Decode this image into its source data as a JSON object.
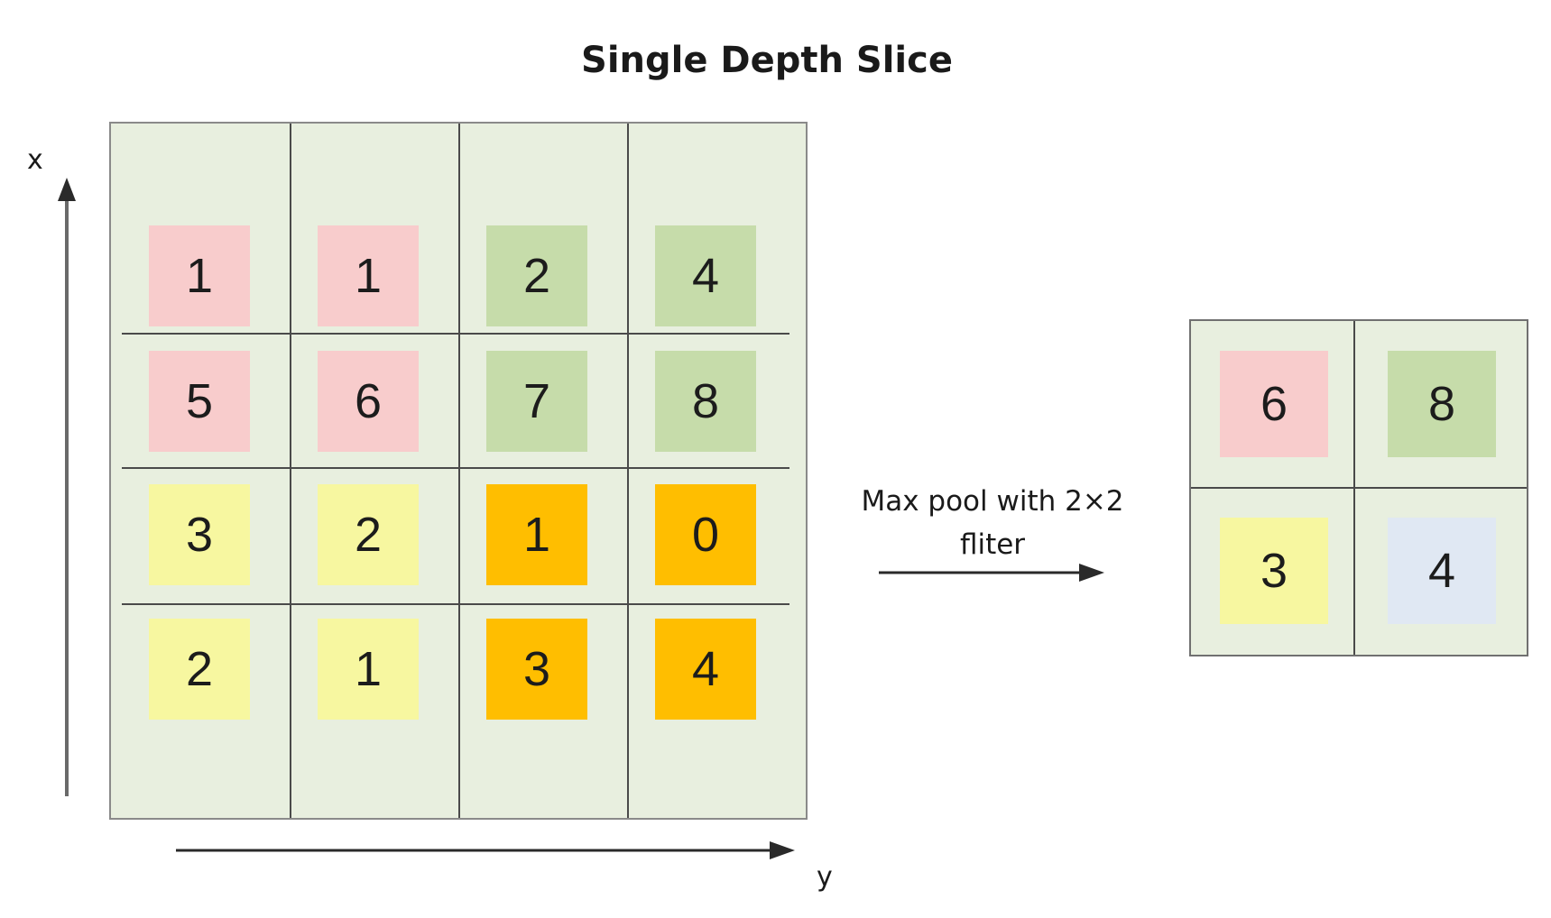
{
  "title": "Single Depth Slice",
  "axes": {
    "vertical_label": "x",
    "horizontal_label": "y"
  },
  "operation_label": "Max pool with 2×2 fliter",
  "colors": {
    "pink": "#f8cccc",
    "green": "#c6dcaa",
    "yellow": "#f7f7a0",
    "orange": "#ffbe00",
    "blue": "#e0e8f3",
    "grid_background": "#e8efdf"
  },
  "input_grid": {
    "rows": [
      [
        {
          "value": "1",
          "color": "pink"
        },
        {
          "value": "1",
          "color": "pink"
        },
        {
          "value": "2",
          "color": "green"
        },
        {
          "value": "4",
          "color": "green"
        }
      ],
      [
        {
          "value": "5",
          "color": "pink"
        },
        {
          "value": "6",
          "color": "pink"
        },
        {
          "value": "7",
          "color": "green"
        },
        {
          "value": "8",
          "color": "green"
        }
      ],
      [
        {
          "value": "3",
          "color": "yellow"
        },
        {
          "value": "2",
          "color": "yellow"
        },
        {
          "value": "1",
          "color": "orange"
        },
        {
          "value": "0",
          "color": "orange"
        }
      ],
      [
        {
          "value": "2",
          "color": "yellow"
        },
        {
          "value": "1",
          "color": "yellow"
        },
        {
          "value": "3",
          "color": "orange"
        },
        {
          "value": "4",
          "color": "orange"
        }
      ]
    ]
  },
  "output_grid": {
    "rows": [
      [
        {
          "value": "6",
          "color": "pink"
        },
        {
          "value": "8",
          "color": "green"
        }
      ],
      [
        {
          "value": "3",
          "color": "yellow"
        },
        {
          "value": "4",
          "color": "blue"
        }
      ]
    ]
  }
}
